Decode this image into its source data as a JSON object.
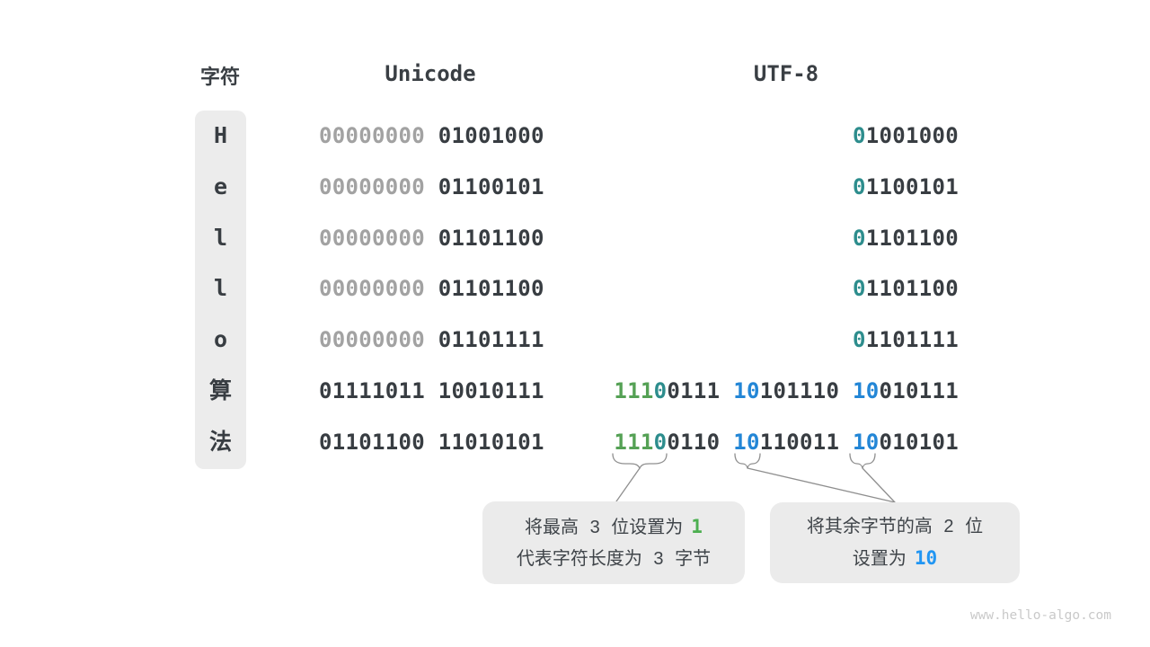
{
  "header": {
    "char": "字符",
    "unicode": "Unicode",
    "utf8": "UTF-8"
  },
  "rows": [
    {
      "char": "H",
      "uni_hi": "00000000",
      "uni_lo": "01001000",
      "u_pre": "0",
      "u_rest": "1001000"
    },
    {
      "char": "e",
      "uni_hi": "00000000",
      "uni_lo": "01100101",
      "u_pre": "0",
      "u_rest": "1100101"
    },
    {
      "char": "l",
      "uni_hi": "00000000",
      "uni_lo": "01101100",
      "u_pre": "0",
      "u_rest": "1101100"
    },
    {
      "char": "l",
      "uni_hi": "00000000",
      "uni_lo": "01101100",
      "u_pre": "0",
      "u_rest": "1101100"
    },
    {
      "char": "o",
      "uni_hi": "00000000",
      "uni_lo": "01101111",
      "u_pre": "0",
      "u_rest": "1101111"
    },
    {
      "char": "算",
      "uni_hi": "01111011",
      "uni_lo": "10010111",
      "b1g": "111",
      "b1t": "0",
      "b1r": "0111",
      "b2p": "10",
      "b2r": "101110",
      "b3p": "10",
      "b3r": "010111"
    },
    {
      "char": "法",
      "uni_hi": "01101100",
      "uni_lo": "11010101",
      "b1g": "111",
      "b1t": "0",
      "b1r": "0110",
      "b2p": "10",
      "b2r": "110011",
      "b3p": "10",
      "b3r": "010101"
    }
  ],
  "callout_left": {
    "line1": "将最高 3 位设置为",
    "line1_hl": "1",
    "line2": "代表字符长度为 3 字节"
  },
  "callout_right": {
    "line1": "将其余字节的高 2 位",
    "line2": "设置为",
    "line2_hl": "10"
  },
  "watermark": "www.hello-algo.com",
  "colors": {
    "dark_text": "#383D42",
    "dim_zero": "#A2A2A2",
    "teal_bit": "#2D8D8D",
    "green_bit": "#55A155",
    "blue_bit": "#2386D6",
    "callout_green": "#4CAF50",
    "callout_blue": "#2196F3",
    "panel_bg": "#ECECEC",
    "callout_bg": "#EBEBEB",
    "connector": "#8F8F8F"
  }
}
